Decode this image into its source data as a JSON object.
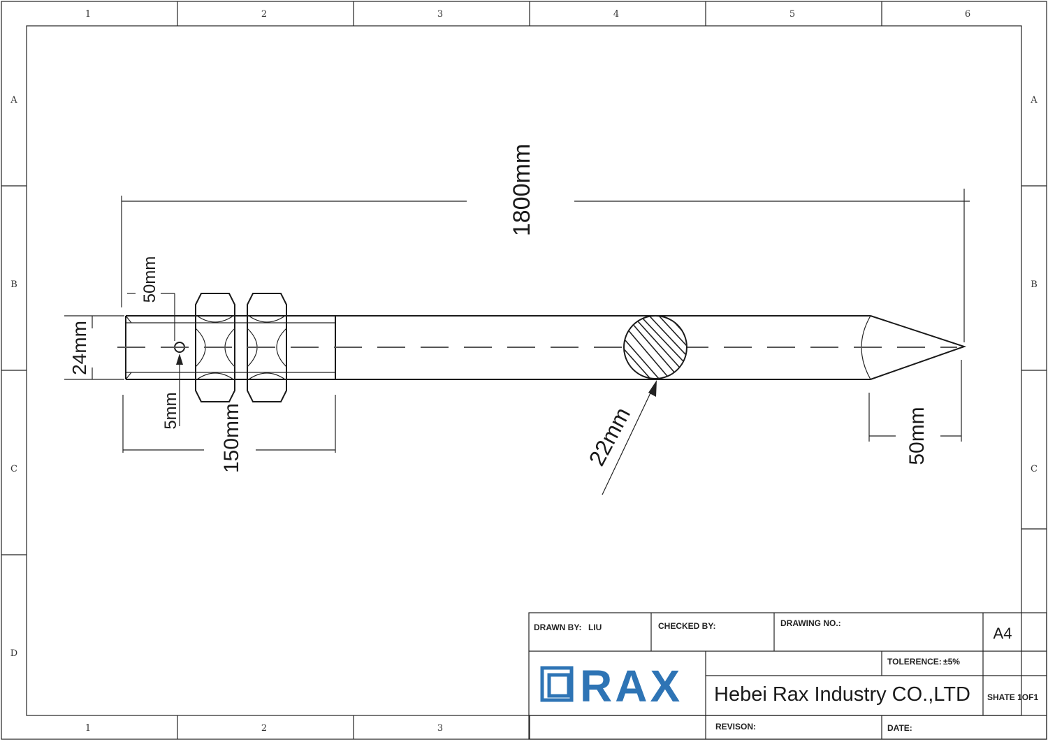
{
  "border_zones": {
    "columns": [
      "1",
      "2",
      "3",
      "4",
      "5",
      "6"
    ],
    "rows": [
      "A",
      "B",
      "C",
      "D"
    ]
  },
  "dimensions": {
    "overall_length": "1800mm",
    "thread_section_length": "150mm",
    "thread_diameter": "24mm",
    "hole_offset": "50mm",
    "hole_diameter": "5mm",
    "rod_diameter": "22mm",
    "tip_length": "50mm"
  },
  "title_block": {
    "drawn_by_label": "DRAWN BY:",
    "drawn_by_value": "LIU",
    "checked_by_label": "CHECKED BY:",
    "drawing_no_label": "DRAWING NO.:",
    "sheet_size": "A4",
    "tolerance_label": "TOLERENCE:",
    "tolerance_value": "±5%",
    "company_name": "Hebei Rax Industry CO.,LTD",
    "sheet_label": "SHATE 1OF1",
    "revision_label": "REVISON:",
    "date_label": "DATE:",
    "logo_text": "RAX",
    "logo_color": "#2e74b5"
  }
}
